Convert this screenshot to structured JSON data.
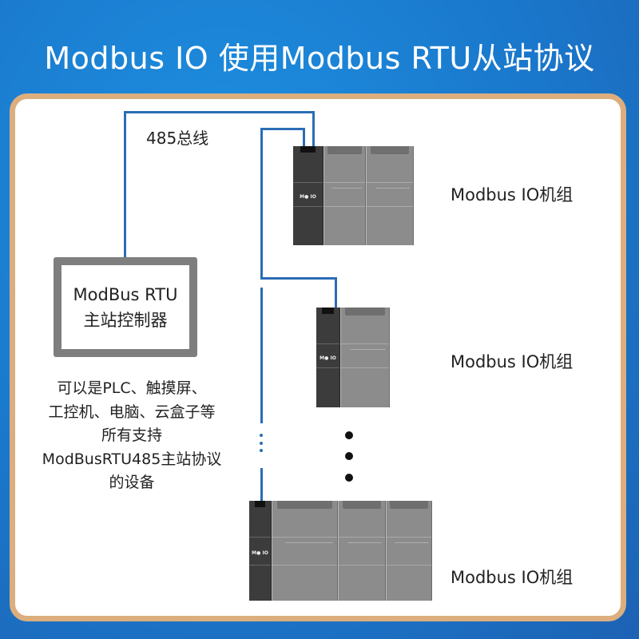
{
  "title": "Modbus IO 使用Modbus RTU从站协议",
  "bus_label": "485总线",
  "controller": {
    "line1": "ModBus RTU",
    "line2": "主站控制器"
  },
  "description": [
    "可以是PLC、触摸屏、",
    "工控机、电脑、云盒子等",
    "所有支持",
    "ModBusRTU485主站协议",
    "的设备"
  ],
  "units": [
    {
      "label": "Modbus IO机组"
    },
    {
      "label": "Modbus IO机组"
    },
    {
      "label": "Modbus IO机组"
    }
  ],
  "colors": {
    "wire": "#2a6db5",
    "card_border": "#dcae7e",
    "background": "#1a78cc"
  }
}
